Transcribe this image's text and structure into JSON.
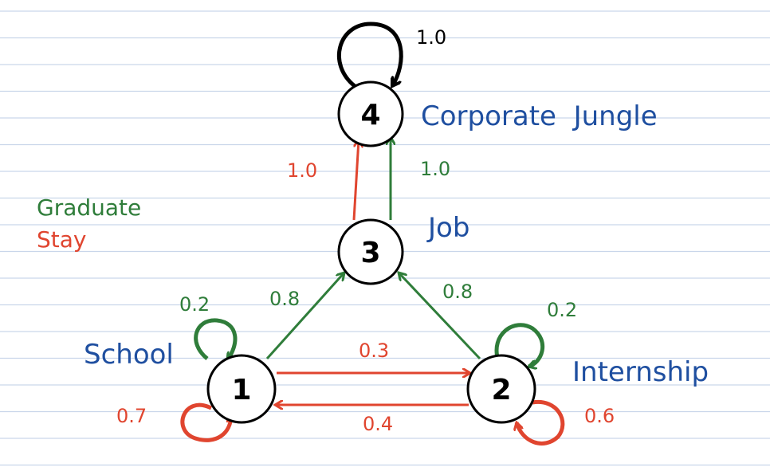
{
  "colors": {
    "graduate": "#2f7d3a",
    "stay": "#e0452f",
    "neutral": "#000000",
    "name": "#1f4fa0",
    "line": "#c9d6ea"
  },
  "legend": {
    "graduate": "Graduate",
    "stay": "Stay"
  },
  "nodes": [
    {
      "id": "1",
      "label": "1",
      "name": "School"
    },
    {
      "id": "2",
      "label": "2",
      "name": "Internship"
    },
    {
      "id": "3",
      "label": "3",
      "name": "Job"
    },
    {
      "id": "4",
      "label": "4",
      "name": "Corporate  Jungle"
    }
  ],
  "edges": [
    {
      "from": "4",
      "to": "4",
      "prob": "1.0",
      "kind": "neutral"
    },
    {
      "from": "3",
      "to": "4",
      "prob": "1.0",
      "kind": "stay"
    },
    {
      "from": "3",
      "to": "4",
      "prob": "1.0",
      "kind": "graduate"
    },
    {
      "from": "1",
      "to": "3",
      "prob": "0.8",
      "kind": "graduate"
    },
    {
      "from": "2",
      "to": "3",
      "prob": "0.8",
      "kind": "graduate"
    },
    {
      "from": "1",
      "to": "1",
      "prob": "0.2",
      "kind": "graduate"
    },
    {
      "from": "2",
      "to": "2",
      "prob": "0.2",
      "kind": "graduate"
    },
    {
      "from": "1",
      "to": "2",
      "prob": "0.3",
      "kind": "stay"
    },
    {
      "from": "2",
      "to": "1",
      "prob": "0.4",
      "kind": "stay"
    },
    {
      "from": "1",
      "to": "1",
      "prob": "0.7",
      "kind": "stay"
    },
    {
      "from": "2",
      "to": "2",
      "prob": "0.6",
      "kind": "stay"
    }
  ]
}
